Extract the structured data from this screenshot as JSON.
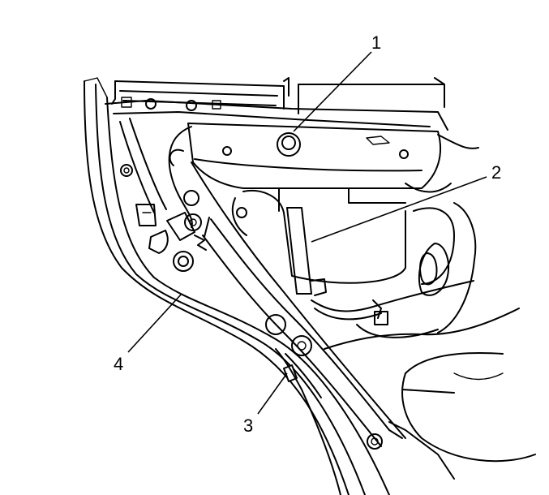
{
  "callouts": [
    {
      "id": "1",
      "label": "1",
      "part": "grommet"
    },
    {
      "id": "2",
      "label": "2",
      "part": "window-regulator-rail"
    },
    {
      "id": "3",
      "label": "3",
      "part": "clip"
    },
    {
      "id": "4",
      "label": "4",
      "part": "door-inner-panel"
    }
  ]
}
